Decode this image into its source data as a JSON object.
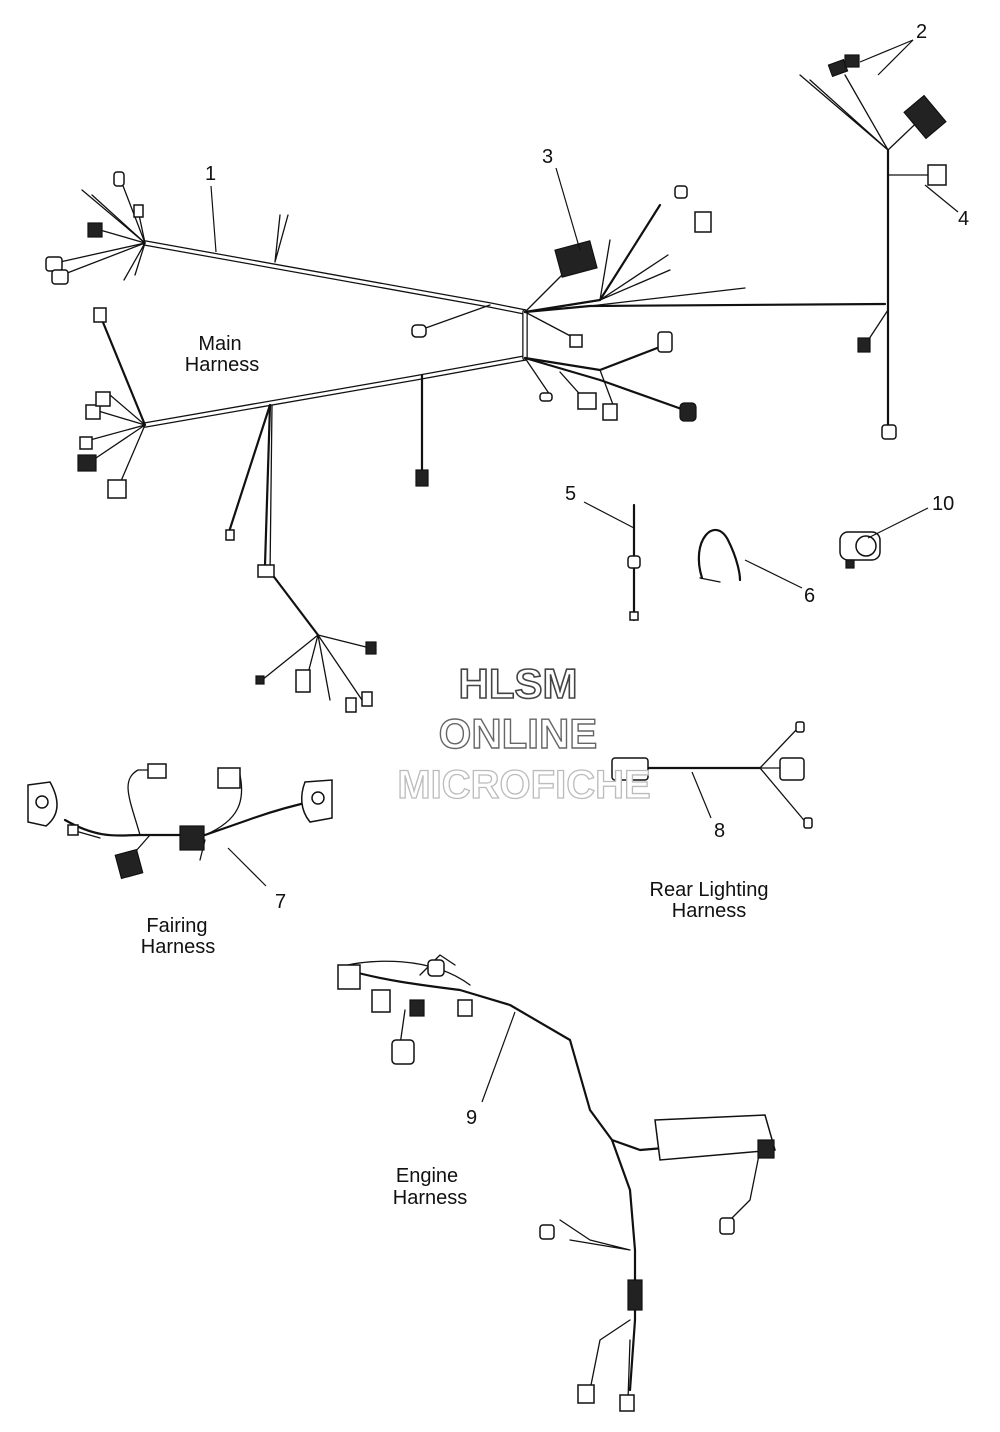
{
  "callouts": [
    "1",
    "2",
    "3",
    "4",
    "5",
    "6",
    "7",
    "8",
    "9",
    "10"
  ],
  "labels": {
    "main": [
      "Main",
      "Harness"
    ],
    "fairing": [
      "Fairing",
      "Harness"
    ],
    "rear": [
      "Rear Lighting",
      "Harness"
    ],
    "engine": [
      "Engine",
      "Harness"
    ]
  },
  "watermark": [
    "HLSM",
    "ONLINE",
    "MICROFICHE"
  ]
}
